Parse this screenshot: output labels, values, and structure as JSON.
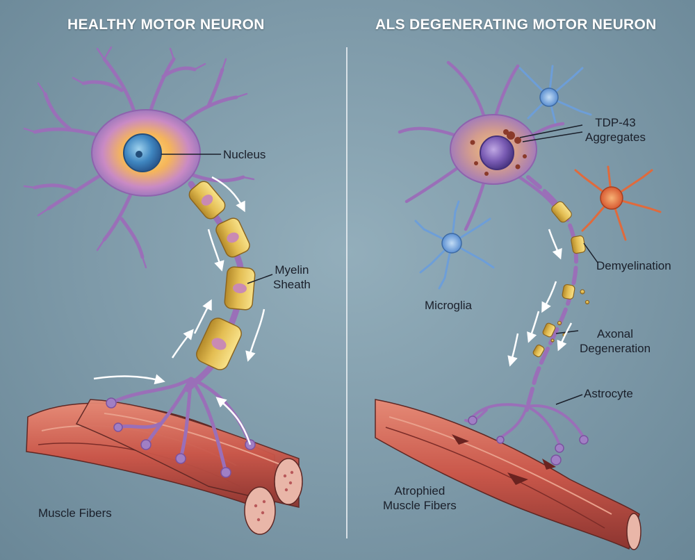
{
  "titles": {
    "healthy": "HEALTHY MOTOR NEURON",
    "als": "ALS DEGENERATING MOTOR NEURON"
  },
  "labels": {
    "nucleus": "Nucleus",
    "myelin_sheath": [
      "Myelin",
      "Sheath"
    ],
    "muscle_fibers": "Muscle Fibers",
    "tdp43_aggregates": [
      "TDP-43",
      "Aggregates"
    ],
    "demyelination": "Demyelination",
    "microglia": "Microglia",
    "axonal_degeneration": [
      "Axonal",
      "Degeneration"
    ],
    "astrocyte": "Astrocyte",
    "atrophied_muscle_fibers": [
      "Atrophied",
      "Muscle Fibers"
    ]
  },
  "colors": {
    "background": "#7d99a8",
    "neuron": "#9a6fb8",
    "soma_glow": "#f2c65a",
    "myelin": "#e3bd52",
    "muscle": "#c9574a",
    "microglia": "#6d9ed8",
    "astrocyte": "#e06a3c",
    "aggregates": "#8a3a2a"
  }
}
